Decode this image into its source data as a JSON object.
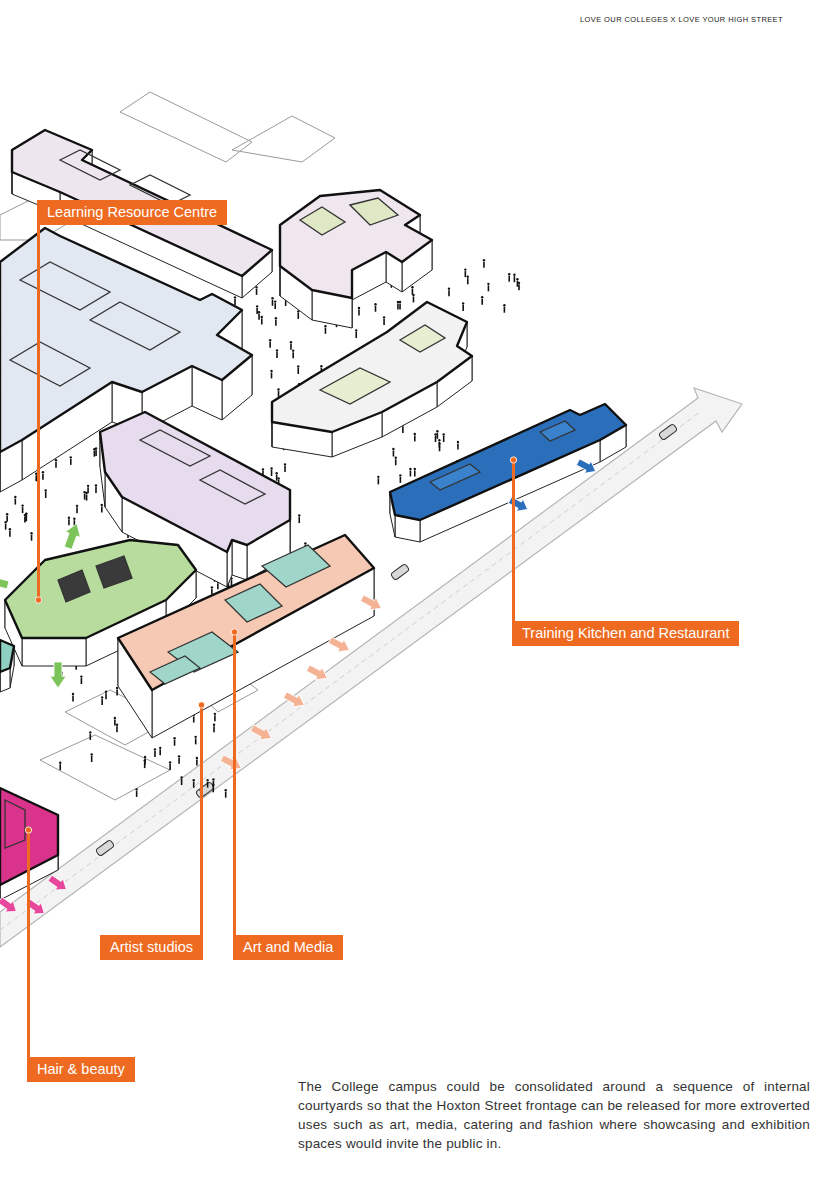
{
  "diagram": {
    "caption": "The College campus could be consolidated around a sequence of internal courtyards so that the Hoxton Street frontage can be released for more extroverted uses such as art, media, catering and fashion where showcasing and exhibition spaces would invite the public in.",
    "nodes": [
      {
        "text": [
          "Learning Resource Centre"
        ]
      },
      {
        "text": [
          "Training Kitchen and Restaurant"
        ]
      },
      {
        "text": [
          "Artist studios"
        ]
      },
      {
        "text": [
          "Art and Media"
        ]
      },
      {
        "text": [
          "Hair & beauty"
        ]
      }
    ],
    "labels": [
      "LOVE OUR COLLEGES X LOVE YOUR HIGH STREET"
    ]
  }
}
